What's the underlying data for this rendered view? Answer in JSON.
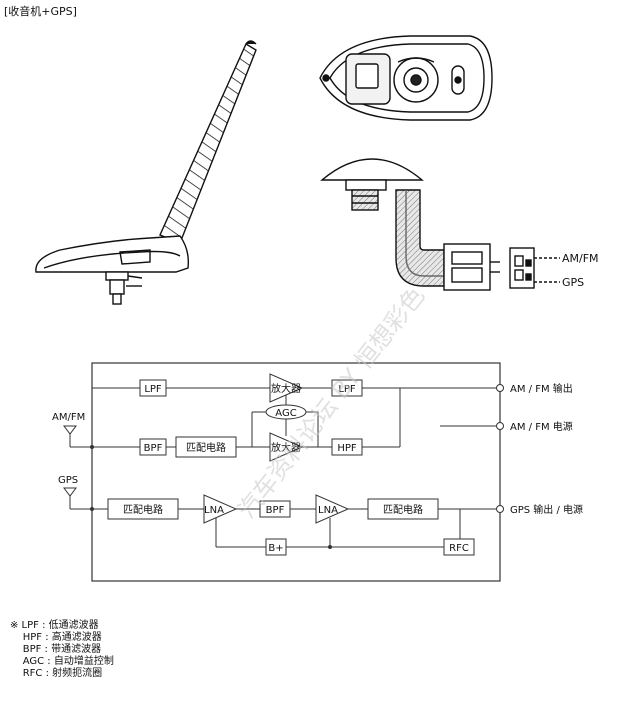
{
  "title": "[收音机+GPS]",
  "connector_labels": {
    "amfm": "AM/FM",
    "gps": "GPS"
  },
  "diagram": {
    "inputs": {
      "amfm": "AM/FM",
      "gps": "GPS"
    },
    "blocks": {
      "lpf_in": "LPF",
      "amp1": "放大器",
      "lpf_out": "LPF",
      "agc": "AGC",
      "bpf_amfm": "BPF",
      "match_amfm": "匹配电路",
      "amp2": "放大器",
      "hpf": "HPF",
      "match_gps_in": "匹配电路",
      "lna1": "LNA",
      "bpf_gps": "BPF",
      "lna2": "LNA",
      "match_gps_out": "匹配电路",
      "bplus": "B+",
      "rfc": "RFC"
    },
    "outputs": {
      "amfm_out": "AM / FM 输出",
      "amfm_power": "AM / FM 电源",
      "gps_out": "GPS 输出 / 电源"
    }
  },
  "legend": {
    "lines": [
      "※ LPF : 低通滤波器",
      "    HPF : 高通滤波器",
      "    BPF : 带通滤波器",
      "    AGC : 自动增益控制",
      "    RFC : 射频扼流圈"
    ]
  },
  "watermark": "汽车资料论坛 BY 恒想彩色"
}
